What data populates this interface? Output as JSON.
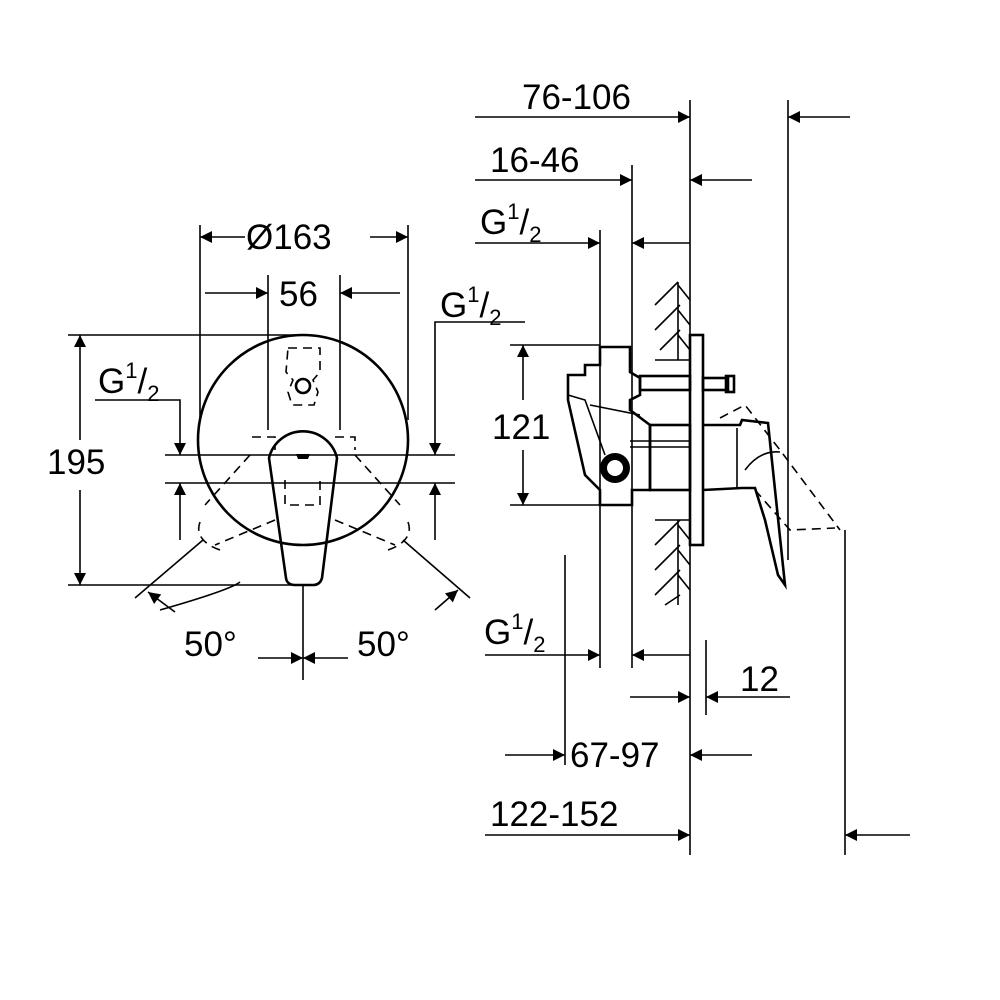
{
  "front_view": {
    "diameter": "Ø163",
    "width_56": "56",
    "height_195": "195",
    "thread_left": {
      "letter": "G",
      "num": "1",
      "den": "2"
    },
    "thread_right": {
      "letter": "G",
      "num": "1",
      "den": "2"
    },
    "angle_left": "50°",
    "angle_right": "50°"
  },
  "side_view": {
    "dim_76_106": "76-106",
    "dim_16_46": "16-46",
    "thread_top": {
      "letter": "G",
      "num": "1",
      "den": "2"
    },
    "dim_121": "121",
    "thread_bottom": {
      "letter": "G",
      "num": "1",
      "den": "2"
    },
    "dim_12": "12",
    "dim_67_97": "67-97",
    "dim_122_152": "122-152"
  }
}
